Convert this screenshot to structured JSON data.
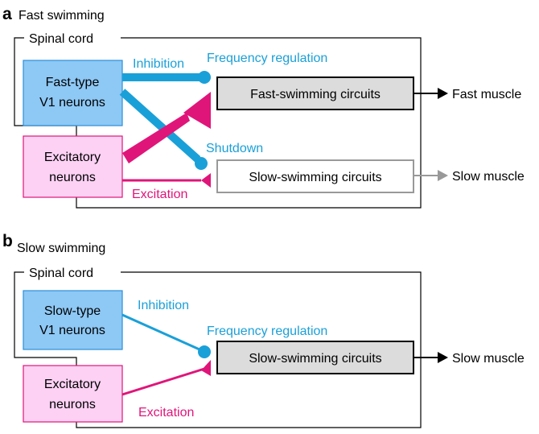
{
  "colors": {
    "inhibition": "#1aa0d8",
    "excitation": "#e0157a",
    "v1_fill": "#8ec8f5",
    "v1_stroke": "#2a8fd8",
    "exc_fill": "#fcd1f4",
    "exc_stroke": "#e0157a",
    "circuit_fill": "#dcdcdc",
    "inactive": "#999999",
    "line": "#000000"
  },
  "panel_a": {
    "letter": "a",
    "title": "Fast swimming",
    "region_label": "Spinal cord",
    "v1_line1": "Fast-type",
    "v1_line2": "V1 neurons",
    "exc_line1": "Excitatory",
    "exc_line2": "neurons",
    "inhibition_label": "Inhibition",
    "frequency_label": "Frequency regulation",
    "shutdown_label": "Shutdown",
    "excitation_label": "Excitation",
    "active_circuit": "Fast-swimming circuits",
    "inactive_circuit": "Slow-swimming circuits",
    "active_output": "Fast muscle",
    "inactive_output": "Slow muscle"
  },
  "panel_b": {
    "letter": "b",
    "title": "Slow swimming",
    "region_label": "Spinal cord",
    "v1_line1": "Slow-type",
    "v1_line2": "V1 neurons",
    "exc_line1": "Excitatory",
    "exc_line2": "neurons",
    "inhibition_label": "Inhibition",
    "frequency_label": "Frequency regulation",
    "excitation_label": "Excitation",
    "active_circuit": "Slow-swimming circuits",
    "active_output": "Slow muscle"
  }
}
